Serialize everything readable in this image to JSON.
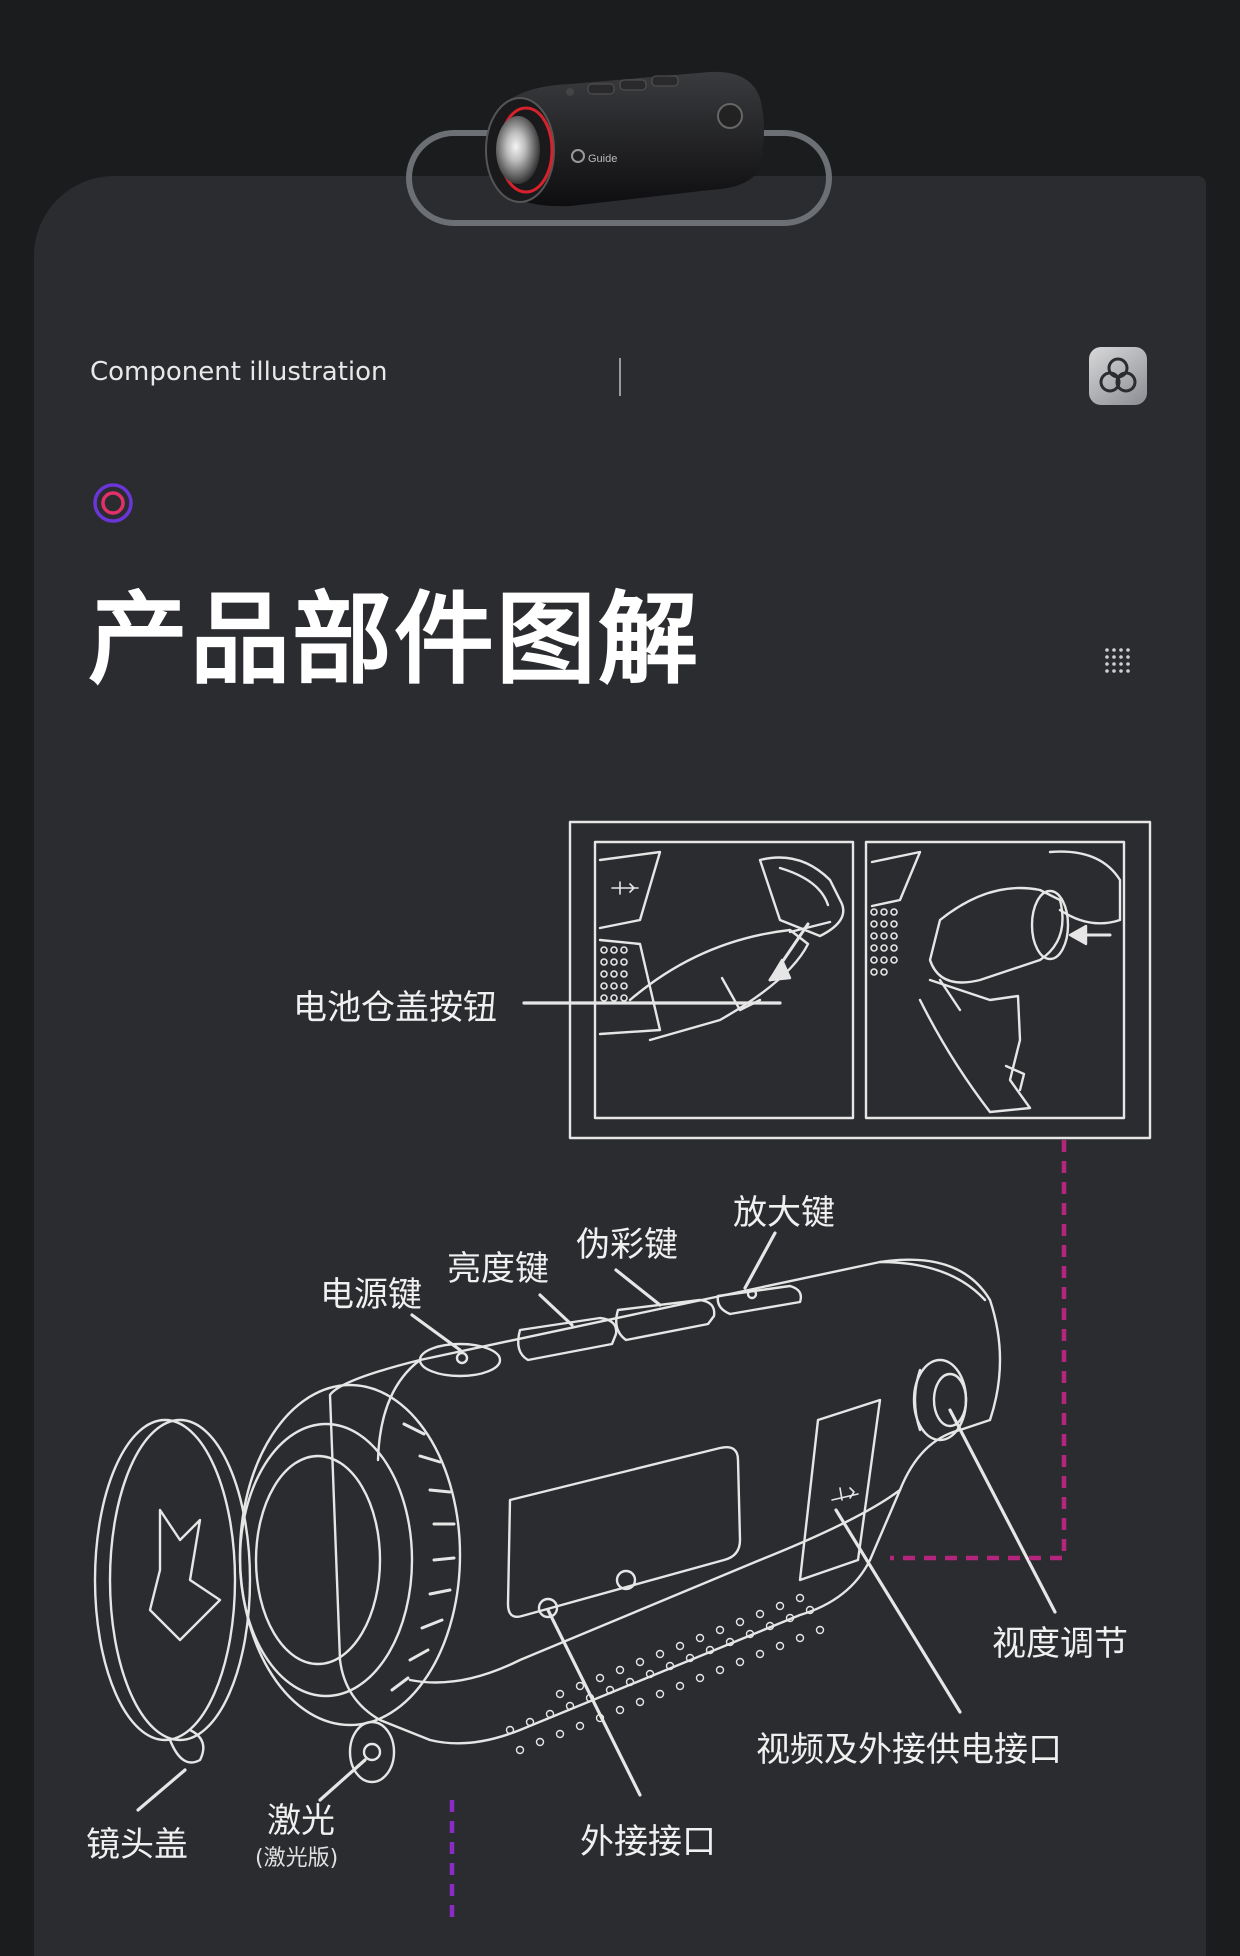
{
  "header": {
    "subtitle": "Component illustration",
    "title": "产品部件图解"
  },
  "colors": {
    "background": "#1b1c1e",
    "card": "#2b2c2f",
    "accent_ring_outer": "#6a36d8",
    "accent_ring_inner": "#e0316a",
    "guide_line": "#b4267e",
    "lens_ring": "#d8222b"
  },
  "product_image": {
    "brand": "Guide"
  },
  "icons": [
    "badge-cube-icon",
    "target-ring-icon",
    "dot-grid-icon",
    "usb-icon"
  ],
  "labels": {
    "battery_cover_button": "电池仓盖按钮",
    "zoom_key": "放大键",
    "pseudo_color_key": "伪彩键",
    "brightness_key": "亮度键",
    "power_key": "电源键",
    "diopter_adjust": "视度调节",
    "video_power_port": "视频及外接供电接口",
    "lens_cap": "镜头盖",
    "laser": "激光",
    "laser_version": "(激光版)",
    "external_port": "外接接口"
  }
}
